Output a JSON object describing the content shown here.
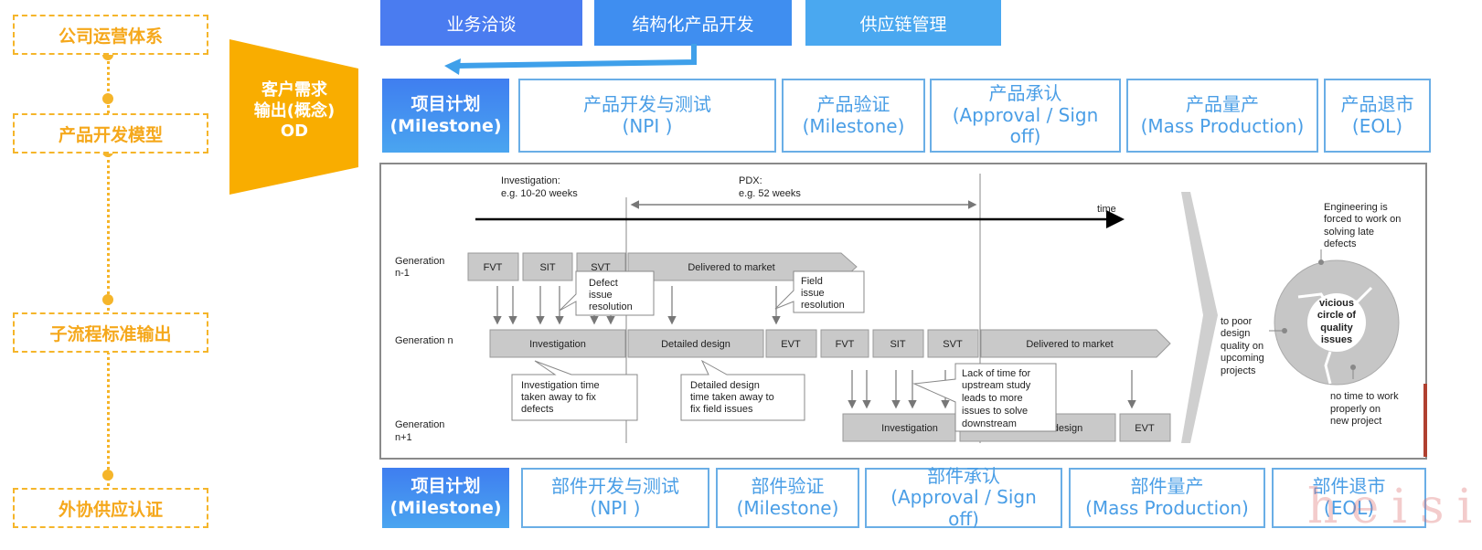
{
  "left_column": {
    "items": [
      "公司运营体系",
      "产品开发模型",
      "子流程标准输出",
      "外协供应认证"
    ]
  },
  "od_shape": {
    "lines": [
      "客户需求",
      "输出(概念)",
      "OD"
    ]
  },
  "top_tabs": [
    {
      "label": "业务洽谈",
      "color": "#4a7cf0"
    },
    {
      "label": "结构化产品开发",
      "color": "#3f8ef0"
    },
    {
      "label": "供应链管理",
      "color": "#4aa8f0"
    }
  ],
  "product_row": {
    "plan": {
      "line1": "项目计划",
      "line2": "(Milestone)"
    },
    "phases": [
      {
        "line1": "产品开发与测试",
        "line2": "(NPI )"
      },
      {
        "line1": "产品验证",
        "line2": "(Milestone)"
      },
      {
        "line1": "产品承认",
        "line2": "(Approval / Sign",
        "line3": "off)"
      },
      {
        "line1": "产品量产",
        "line2": "(Mass Production)"
      },
      {
        "line1": "产品退市",
        "line2": "(EOL)"
      }
    ]
  },
  "part_row": {
    "plan": {
      "line1": "项目计划",
      "line2": "(Milestone)"
    },
    "phases": [
      {
        "line1": "部件开发与测试",
        "line2": "(NPI )"
      },
      {
        "line1": "部件验证",
        "line2": "(Milestone)"
      },
      {
        "line1": "部件承认",
        "line2": "(Approval / Sign",
        "line3": "off)"
      },
      {
        "line1": "部件量产",
        "line2": "(Mass Production)"
      },
      {
        "line1": "部件退市",
        "line2": "(EOL)"
      }
    ]
  },
  "diagram": {
    "investigation_label": [
      "Investigation:",
      "e.g. 10-20 weeks"
    ],
    "pdx_label": [
      "PDX:",
      "e.g. 52 weeks"
    ],
    "time_label": "time",
    "gen_prev": [
      "Generation",
      "n-1"
    ],
    "gen_n": "Generation n",
    "gen_next": [
      "Generation",
      "n+1"
    ],
    "prev_boxes": [
      "FVT",
      "SIT",
      "SVT",
      "Delivered to market"
    ],
    "n_boxes": [
      "Investigation",
      "Detailed design",
      "EVT",
      "FVT",
      "SIT",
      "SVT",
      "Delivered to market"
    ],
    "next_boxes": [
      "Investigation",
      "design",
      "EVT"
    ],
    "callout_defect": [
      "Defect",
      "issue",
      "resolution"
    ],
    "callout_field": [
      "Field",
      "issue",
      "resolution"
    ],
    "callout_investigation": [
      "Investigation time",
      "taken away to fix",
      "defects"
    ],
    "callout_design": [
      "Detailed design",
      "time taken away to",
      "fix field issues"
    ],
    "callout_lack": [
      "Lack of time for",
      "upstream study",
      "leads to more",
      "issues to solve",
      "downstream"
    ],
    "cycle_center": [
      "vicious",
      "circle of",
      "quality",
      "issues"
    ],
    "cycle_top": [
      "Engineering is",
      "forced to work on",
      "solving late",
      "defects"
    ],
    "cycle_left": [
      "to poor",
      "design",
      "quality on",
      "upcoming",
      "projects"
    ],
    "cycle_bottom": [
      "no time to work",
      "properly on",
      "new project"
    ]
  },
  "watermark": "heisi"
}
